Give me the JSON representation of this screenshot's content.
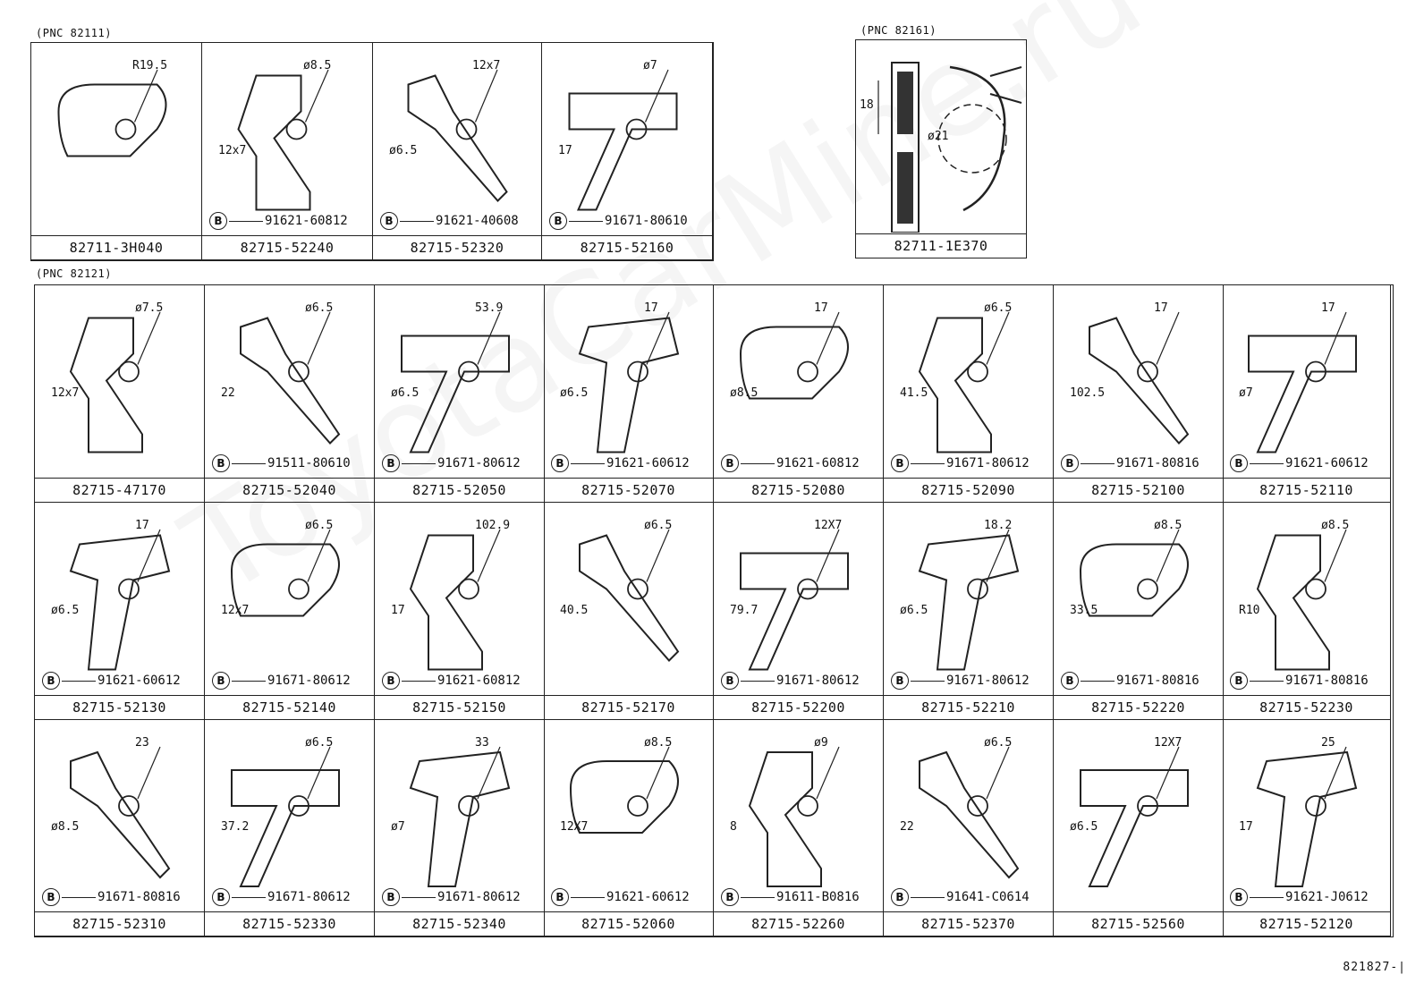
{
  "pnc_labels": [
    "(PNC 82111)",
    "(PNC 82161)",
    "(PNC 82121)"
  ],
  "figure_number": "821827-|",
  "watermark": "ToyotaCarMine.ru",
  "fastener_marker": "B",
  "top_row": [
    {
      "part": "82711-3H040",
      "fastener": "",
      "dims": [
        "R19.5"
      ]
    },
    {
      "part": "82715-52240",
      "fastener": "91621-60812",
      "dims": [
        "ø8.5",
        "12x7"
      ]
    },
    {
      "part": "82715-52320",
      "fastener": "91621-40608",
      "dims": [
        "12x7",
        "ø6.5"
      ]
    },
    {
      "part": "82715-52160",
      "fastener": "91671-80610",
      "dims": [
        "ø7",
        "17"
      ]
    }
  ],
  "pnc_82161": {
    "part": "82711-1E370",
    "dims": [
      "18",
      "ø21"
    ]
  },
  "rows": [
    [
      {
        "part": "82715-47170",
        "fastener": "",
        "dims": [
          "ø7.5",
          "12x7"
        ]
      },
      {
        "part": "82715-52040",
        "fastener": "91511-80610",
        "dims": [
          "ø6.5",
          "22"
        ]
      },
      {
        "part": "82715-52050",
        "fastener": "91671-80612",
        "dims": [
          "53.9",
          "ø6.5"
        ]
      },
      {
        "part": "82715-52070",
        "fastener": "91621-60612",
        "dims": [
          "17",
          "ø6.5"
        ]
      },
      {
        "part": "82715-52080",
        "fastener": "91621-60812",
        "dims": [
          "17",
          "ø8.5"
        ]
      },
      {
        "part": "82715-52090",
        "fastener": "91671-80612",
        "dims": [
          "ø6.5",
          "41.5"
        ]
      },
      {
        "part": "82715-52100",
        "fastener": "91671-80816",
        "dims": [
          "17",
          "102.5"
        ]
      },
      {
        "part": "82715-52110",
        "fastener": "91621-60612",
        "dims": [
          "17",
          "ø7"
        ]
      }
    ],
    [
      {
        "part": "82715-52130",
        "fastener": "91621-60612",
        "dims": [
          "17",
          "ø6.5"
        ]
      },
      {
        "part": "82715-52140",
        "fastener": "91671-80612",
        "dims": [
          "ø6.5",
          "12x7"
        ]
      },
      {
        "part": "82715-52150",
        "fastener": "91621-60812",
        "dims": [
          "102.9",
          "17"
        ]
      },
      {
        "part": "82715-52170",
        "fastener": "",
        "dims": [
          "ø6.5",
          "40.5"
        ]
      },
      {
        "part": "82715-52200",
        "fastener": "91671-80612",
        "dims": [
          "12X7",
          "79.7"
        ]
      },
      {
        "part": "82715-52210",
        "fastener": "91671-80612",
        "dims": [
          "18.2",
          "ø6.5"
        ]
      },
      {
        "part": "82715-52220",
        "fastener": "91671-80816",
        "dims": [
          "ø8.5",
          "33.5"
        ]
      },
      {
        "part": "82715-52230",
        "fastener": "91671-80816",
        "dims": [
          "ø8.5",
          "R10"
        ]
      }
    ],
    [
      {
        "part": "82715-52310",
        "fastener": "91671-80816",
        "dims": [
          "23",
          "ø8.5"
        ]
      },
      {
        "part": "82715-52330",
        "fastener": "91671-80612",
        "dims": [
          "ø6.5",
          "37.2"
        ]
      },
      {
        "part": "82715-52340",
        "fastener": "91671-80612",
        "dims": [
          "33",
          "ø7"
        ]
      },
      {
        "part": "82715-52060",
        "fastener": "91621-60612",
        "dims": [
          "ø8.5",
          "12X7"
        ]
      },
      {
        "part": "82715-52260",
        "fastener": "91611-B0816",
        "dims": [
          "ø9",
          "8"
        ]
      },
      {
        "part": "82715-52370",
        "fastener": "91641-C0614",
        "dims": [
          "ø6.5",
          "22"
        ]
      },
      {
        "part": "82715-52560",
        "fastener": "",
        "dims": [
          "12X7",
          "ø6.5"
        ]
      },
      {
        "part": "82715-52120",
        "fastener": "91621-J0612",
        "dims": [
          "25",
          "17"
        ]
      }
    ]
  ]
}
